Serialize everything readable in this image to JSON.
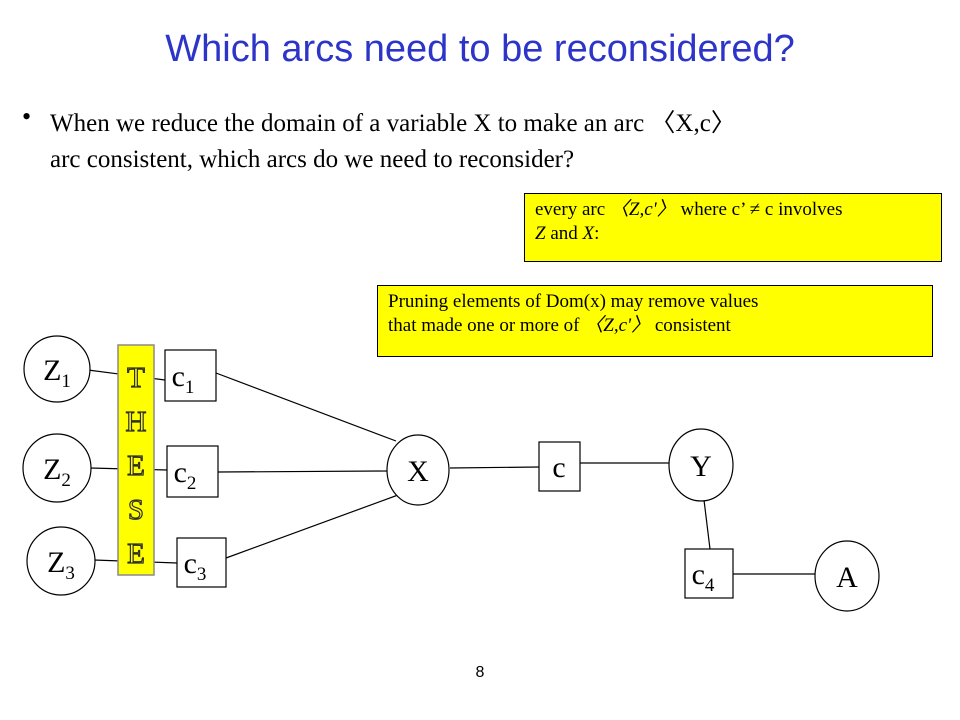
{
  "title": "Which arcs need to be reconsidered?",
  "bullet": {
    "marker": "•",
    "line1": "When we reduce the domain of a variable X  to make an arc 〈X,c〉",
    "line2": "arc consistent,  which arcs do we need to reconsider?"
  },
  "note1": {
    "part1": "every arc ",
    "italic1": "〈Z,c'〉",
    "part2": " where c’  ≠  c involves",
    "italic2": "Z",
    "part3": " and ",
    "italic3": "X",
    "part4": ":"
  },
  "note2": {
    "line1": "Pruning elements of Dom(x) may remove values",
    "part1": "that made  one or more of ",
    "italic1": "〈Z,c'〉",
    "part2": "  consistent"
  },
  "diagram": {
    "these_letters": [
      "T",
      "H",
      "E",
      "S",
      "E"
    ],
    "nodes": {
      "z1": {
        "base": "Z",
        "sub": "1"
      },
      "z2": {
        "base": "Z",
        "sub": "2"
      },
      "z3": {
        "base": "Z",
        "sub": "3"
      },
      "x": {
        "base": "X"
      },
      "y": {
        "base": "Y"
      },
      "a": {
        "base": "A"
      }
    },
    "constraints": {
      "c1": {
        "base": "c",
        "sub": "1"
      },
      "c2": {
        "base": "c",
        "sub": "2"
      },
      "c3": {
        "base": "c",
        "sub": "3"
      },
      "c": {
        "base": "c"
      },
      "c4": {
        "base": "c",
        "sub": "4"
      }
    }
  },
  "page_number": "8"
}
